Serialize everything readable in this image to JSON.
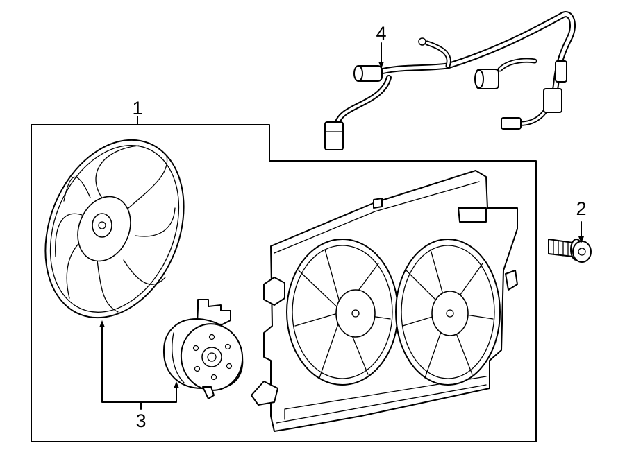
{
  "callouts": {
    "fan_assembly": "1",
    "bolt": "2",
    "fan_and_motor": "3",
    "wire_harness": "4"
  }
}
